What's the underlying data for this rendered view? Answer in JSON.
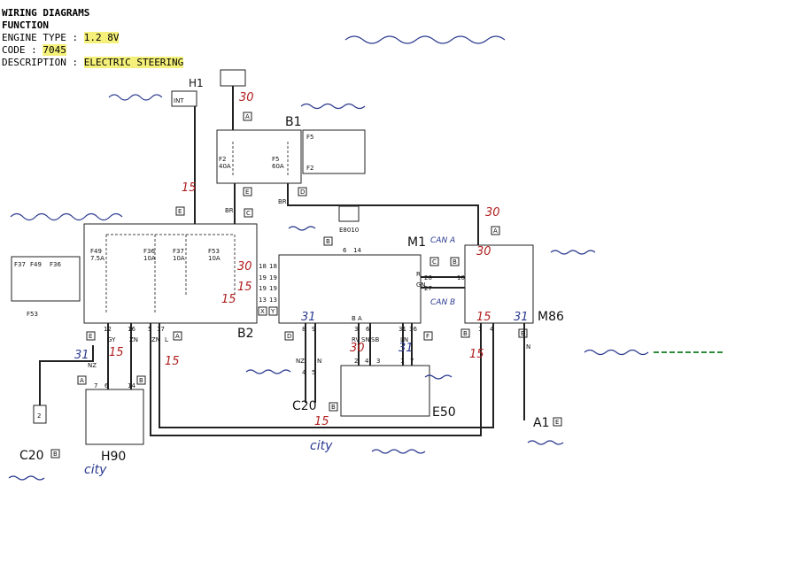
{
  "header": {
    "title": "WIRING DIAGRAMS",
    "subtitle": "FUNCTION",
    "engine_label": "ENGINE TYPE : ",
    "engine_value": "1.2 8V",
    "code_label": "CODE : ",
    "code_value": "7045",
    "desc_label": "DESCRIPTION : ",
    "desc_value": "ELECTRIC STEERING"
  },
  "components": {
    "H1": "H1",
    "INT": "INT",
    "B1": "B1",
    "B2": "B2",
    "M1": "M1",
    "M86": "M86",
    "E8010": "E8010",
    "E50": "E50",
    "C20": "C20",
    "C20b": "C20",
    "H90": "H90",
    "A1": "A1"
  },
  "fuses": {
    "F2": "F2",
    "F2a": "40A",
    "F5": "F5",
    "F5a": "60A",
    "F49": "F49",
    "F49a": "7.5A",
    "F36": "F36",
    "F36a": "10A",
    "F37": "F37",
    "F37a": "10A",
    "F53": "F53",
    "F53a": "10A",
    "F37l": "F37",
    "F49l": "F49",
    "F36l": "F36",
    "F53l": "F53",
    "F5l": "F5",
    "F2l": "F2"
  },
  "connectors": {
    "A": "A",
    "B": "B",
    "C": "C",
    "D": "D",
    "E": "E",
    "F": "F",
    "X": "X",
    "Y": "Y",
    "n18": "18",
    "n19": "19",
    "n10": "10",
    "n13": "13",
    "n12": "12",
    "n16": "16",
    "n5": "5",
    "n17": "17",
    "n8": "8",
    "n9": "9",
    "n3": "3",
    "n6": "6",
    "n31": "31",
    "n36": "36",
    "n26": "26",
    "n27": "27",
    "n1": "1",
    "n4": "4",
    "n2": "2",
    "n7": "7",
    "n14": "14"
  },
  "wires": {
    "GY": "GY",
    "ZN": "ZN",
    "L": "L",
    "NZ": "NZ",
    "N": "N",
    "BR": "BR",
    "RV": "RV",
    "SN": "SN",
    "SB": "SB",
    "LN": "LN",
    "BA": "B A",
    "R": "R",
    "GN": "GN"
  },
  "pins": {
    "p2": "2",
    "p4": "4",
    "p3": "3",
    "p1": "1",
    "p7": "7",
    "p5": "5",
    "p6": "6",
    "p14": "14"
  },
  "handwritten": {
    "h30": "30",
    "h15": "15",
    "h31": "31",
    "canA": "CAN A",
    "canB": "CAN B",
    "city": "city"
  },
  "colors": {
    "ink": "#222222",
    "handwriting_blue": "#2b3a8f",
    "handwriting_red": "#b01e1e",
    "highlight": "#f4f07a",
    "can_green": "#2e8b3a"
  }
}
